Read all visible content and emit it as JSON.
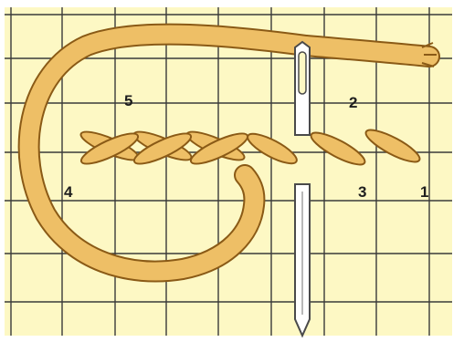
{
  "colors": {
    "paper": "#FDF8C4",
    "grid": "#3A3A3A",
    "thread_fill": "#EEBF66",
    "thread_outline": "#8A5A16",
    "needle_fill": "#FFFFFF",
    "needle_outline": "#4A4A4A",
    "label": "#1E1E1E"
  },
  "step_labels": {
    "one": "1",
    "two": "2",
    "three": "3",
    "four": "4",
    "five": "5"
  },
  "icons": {
    "needle_top": "needle-icon",
    "needle_bottom": "needle-icon"
  }
}
